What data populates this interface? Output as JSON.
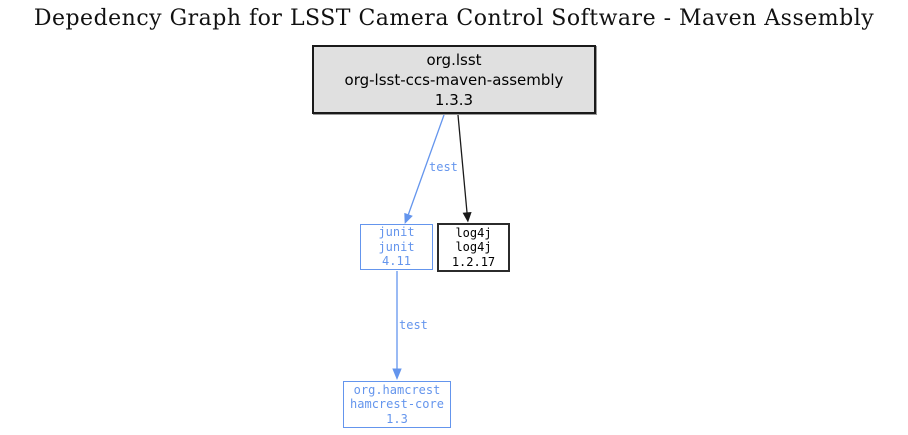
{
  "title": "Depedency Graph for LSST Camera Control Software - Maven Assembly",
  "colors": {
    "test_scope_blue": "#6495ED",
    "compile_scope_black": "#000000",
    "root_node_background": "#e0e0e0",
    "page_background": "#ffffff"
  },
  "nodes": {
    "root": {
      "group": "org.lsst",
      "artifact": "org-lsst-ccs-maven-assembly",
      "version": "1.3.3"
    },
    "junit": {
      "group": "junit",
      "artifact": "junit",
      "version": "4.11"
    },
    "log4j": {
      "group": "log4j",
      "artifact": "log4j",
      "version": "1.2.17"
    },
    "hamcrest": {
      "group": "org.hamcrest",
      "artifact": "hamcrest-core",
      "version": "1.3"
    }
  },
  "edges": {
    "root_to_junit": {
      "label": "test",
      "color": "#6495ED"
    },
    "root_to_log4j": {
      "label": "",
      "color": "#000000"
    },
    "junit_to_hamcrest": {
      "label": "test",
      "color": "#6495ED"
    }
  }
}
